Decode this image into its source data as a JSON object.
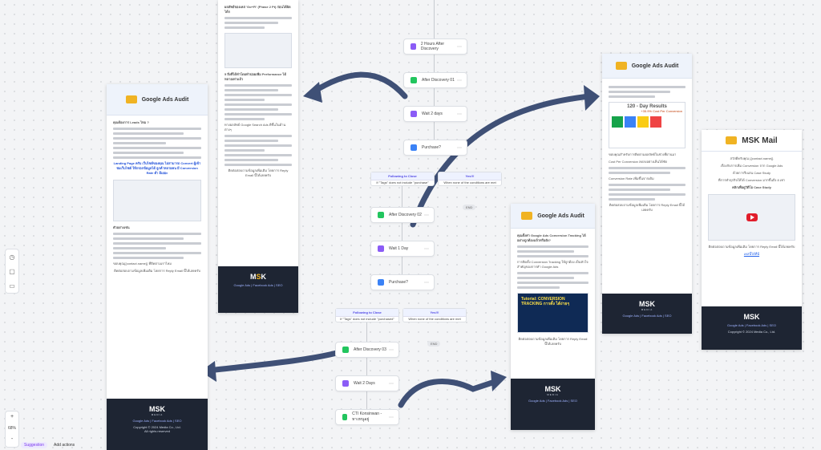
{
  "zoom": {
    "level": "68%",
    "plus": "+",
    "minus": "-"
  },
  "bottom_bar": {
    "suggestion": "Suggestion",
    "add_actions": "Add actions"
  },
  "flow": {
    "nodes": [
      {
        "label": "2 Hours After Discovery",
        "icon": "clock-icon"
      },
      {
        "label": "After Discovery 01",
        "icon": "mail-icon"
      },
      {
        "label": "Wait 2 days",
        "icon": "clock-icon"
      },
      {
        "label": "Purchase?",
        "icon": "branch-icon"
      },
      {
        "label": "After Discovery 02",
        "icon": "mail-icon"
      },
      {
        "label": "Wait 1 Day",
        "icon": "clock-icon"
      },
      {
        "label": "Purchase?",
        "icon": "branch-icon"
      },
      {
        "label": "After Discovery 03",
        "icon": "mail-icon"
      },
      {
        "label": "Wait 2 Days",
        "icon": "clock-icon"
      },
      {
        "label": "CTI Konsinwan - ทางหนูอยู่",
        "icon": "mail-icon"
      }
    ],
    "branches": [
      {
        "title": "Following to Close",
        "text": "If \"Tags\" does not include \"purchase\""
      },
      {
        "title": "Yes!!!",
        "text": "When none of the conditions are met"
      },
      {
        "title": "Following to Close",
        "text": "If \"Tags\" does not include \"purchased\""
      },
      {
        "title": "Yes!!!",
        "text": "When none of the conditions are met"
      }
    ],
    "end_label": "END"
  },
  "cards": {
    "audit_left": {
      "title": "Google Ads Audit",
      "lines": [
        "คุณต้องการ Leads ไหม ?",
        "Landing Page ครับ เว็บไซต์ของคุณ ไม่สามารถ Convert ผู้เข้าชมเว็บไซต์ ให้กรอกข้อมูลได้ ลูกค้าหลายคน มี Conversion Rate ต่ำ มีเยอะ",
        "ตัวอย่างเช่น",
        "ขอบคุณ{{contact.name}} ที่ติดตามเราไหม",
        "ติดต่อสอบถามข้อมูลเพิ่มเติม โดยการ Reply Email นี้ได้เลยครับ"
      ],
      "footer": {
        "brand_a": "MSK",
        "brand_b": "MEDIA",
        "links": "Google Ads | Facebook Ads | SEO",
        "copyright": "Copyright © 2024 Media Co., Ltd.",
        "rights": "All rights reserved"
      }
    },
    "audit_top": {
      "lines": [
        "ผลลัพธ์ของเคส 'Go+Fi' (Phase 2 Pt) ก่อนได้ผิดได้ก",
        "5 สิ่งที่ได้ทำโดยทำบ่อยเพิ่ม Performance ได้หลายเท่าแล้ว",
        "ทางผลลัพธ์ Google Search Ads ดีขึ้นในด้านต่างๆ",
        "ติดต่อสอบถามข้อมูลเพิ่มเติม โดยการ Reply Email นี้ได้เลยครับ"
      ],
      "footer": {
        "links": "Google Ads | Facebook Ads | SEO"
      }
    },
    "audit_mid": {
      "title": "Google Ads Audit",
      "lines": [
        "คุณตั้งค่า Google Ads Conversion Tracking ได้อย่างถูกต้องแล้วหรือยัง?",
        "การติดตั้ง Conversion Tracking ให้ถูกต้อง เป็นหัวใจสำคัญของการทำ Google Ads",
        "ติดต่อสอบถามข้อมูลเพิ่มเติม โดยการ Reply Email นี้ได้เลยครับ"
      ],
      "video_text": "Tutorial: CONVERSION TRACKING การตั้ง ได้ง่ายๆ",
      "footer": {
        "brand_a": "MSK",
        "brand_b": "MEDIA",
        "links": "Google Ads | Facebook Ads | SEO"
      }
    },
    "audit_right": {
      "title": "Google Ads Audit",
      "chart_title": "120 - Day Results",
      "chart_note": "+35.9% Cost Per Conversion",
      "lines": [
        "ขอบคุณสำหรับการติดตามผลลัพธ์ในช่วงที่ผ่านมา",
        "Cost Per Conversion ลดลงอย่างเห็นได้ชัด",
        "Conversion Rate เพิ่มขึ้นจากเดิม",
        "ติดต่อสอบถามข้อมูลเพิ่มเติม โดยการ Reply Email นี้ได้เลยครับ"
      ],
      "footer": {
        "brand_a": "MSK",
        "brand_b": "MEDIA",
        "links": "Google Ads | Facebook Ads | SEO"
      }
    },
    "mail_right": {
      "title": "MSK Mail",
      "lines": [
        "สวัสดีครับคุณ {{contact.name}}",
        "เรื่องกับการเพิ่ม Conversion จาก Google Ads",
        "ด้วยการรีบเล่น Case Study",
        "ที่การทำธุรกิจให้ได้ Conversion มากขึ้นถึง 8 เท่า",
        "คลิกเพื่อดูวิดีโอ Case Study",
        "ติดต่อสอบถามข้อมูลเพิ่มเติม โดยการ Reply Email นี้ได้เลยครับ"
      ],
      "link_text": "เคสนี้ได้ที่นี่",
      "footer": {
        "brand_a": "MSK",
        "brand_b": "MEDIA",
        "links": "Google Ads | Facebook Ads | SEO",
        "copyright": "Copyright © 2024 Media Co., Ltd."
      }
    }
  }
}
